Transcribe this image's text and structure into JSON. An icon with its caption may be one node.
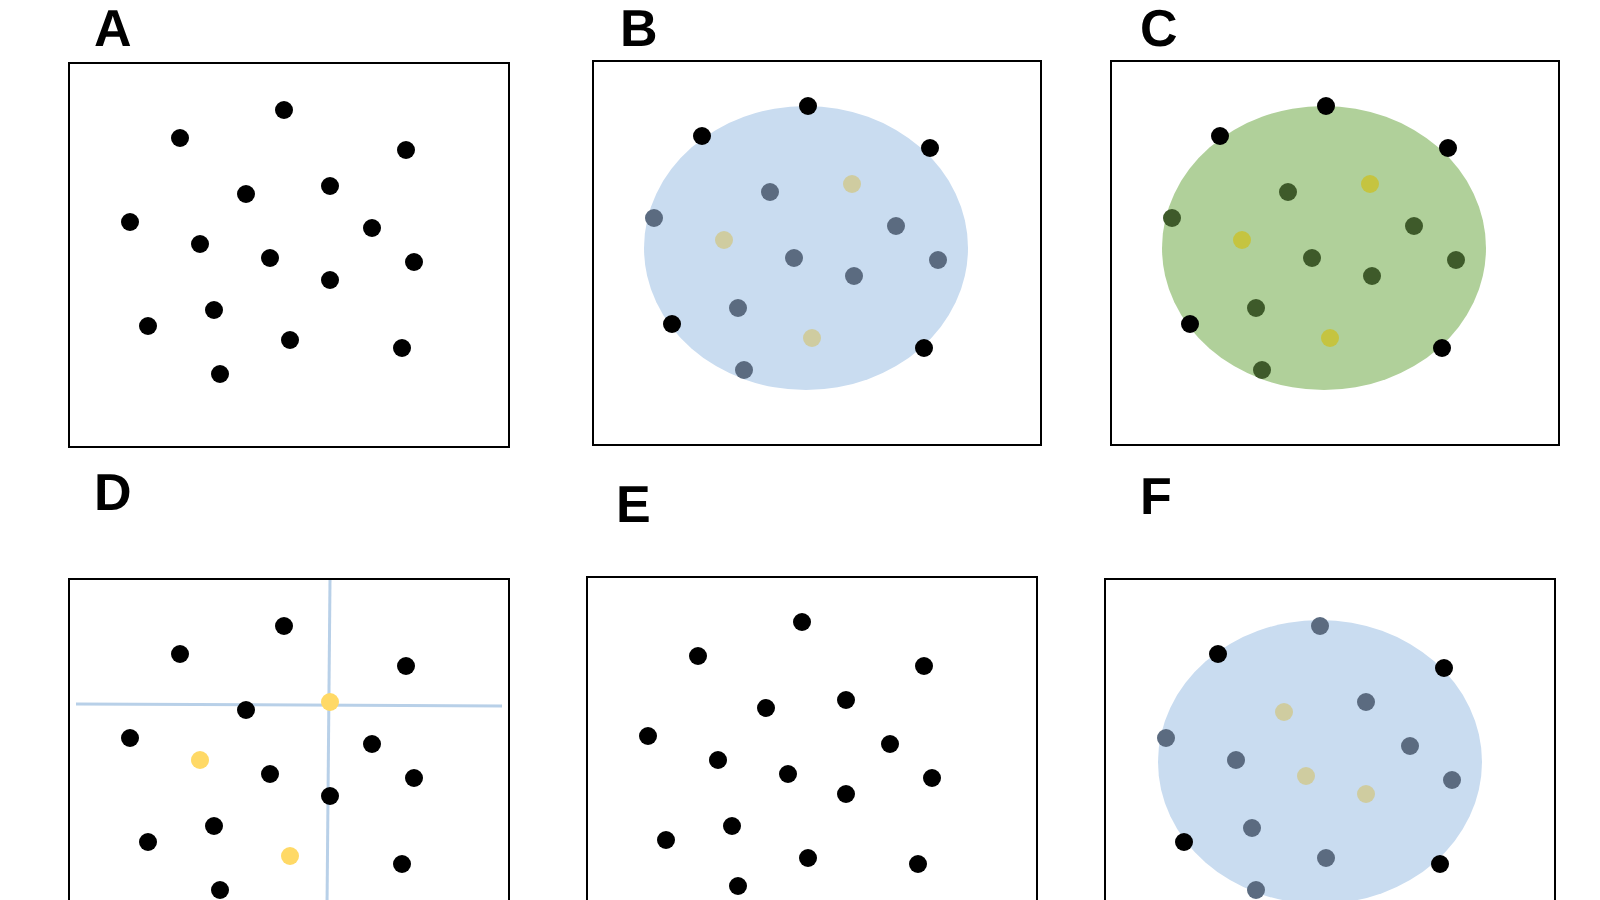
{
  "diagram": {
    "labels": [
      "A",
      "B",
      "C",
      "D",
      "E",
      "F"
    ]
  }
}
